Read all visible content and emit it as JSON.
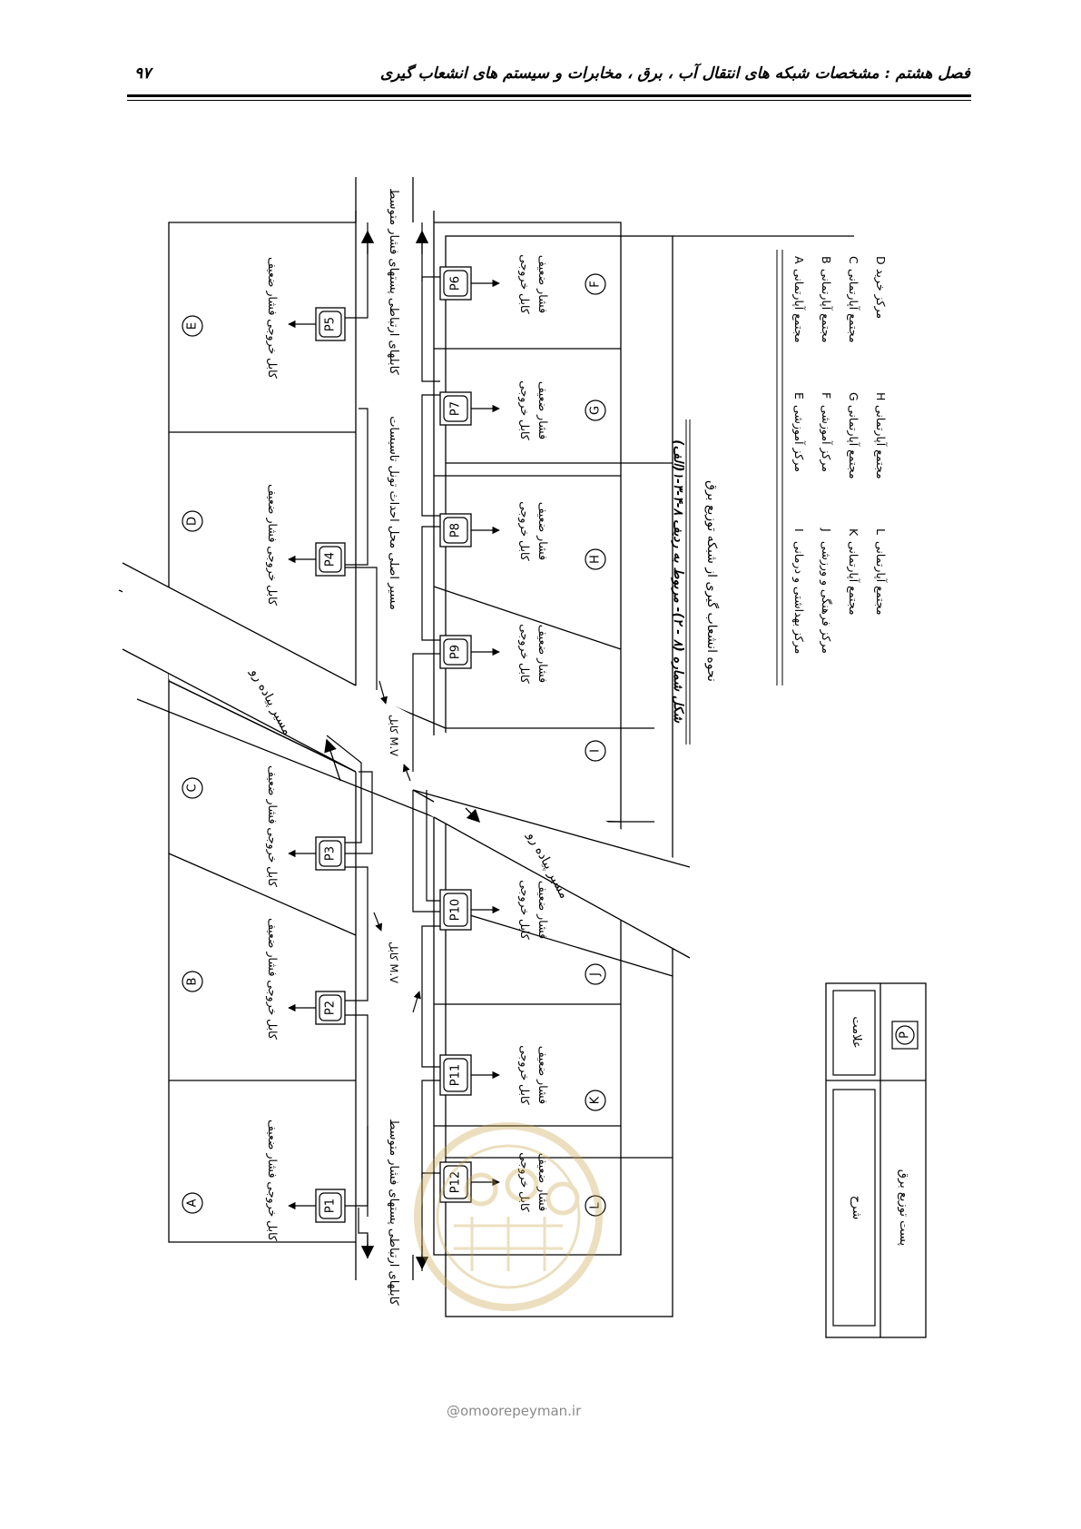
{
  "header": {
    "title": "فصل هشتم : مشخصات شبکه های انتقال آب ، برق ، مخابرات و سیستم های انشعاب گیری",
    "page_number": "۹۷"
  },
  "diagram": {
    "figure_caption": "شکل شماره (۸ - ۲)- مربوط به ردیف ۸-۴-۳-۱(الف)",
    "figure_subtitle": "نحوه انشعاب گیری از شبکه توزیع برق",
    "top_plots": [
      {
        "label": "A",
        "station": "P1"
      },
      {
        "label": "B",
        "station": "P2"
      },
      {
        "label": "C",
        "station": "P3"
      },
      {
        "label": "D",
        "station": "P4"
      },
      {
        "label": "E",
        "station": "P5"
      }
    ],
    "bottom_plots": [
      {
        "label": "L",
        "station": "P12"
      },
      {
        "label": "K",
        "station": "P11"
      },
      {
        "label": "J",
        "station": "P10"
      },
      {
        "label": "I",
        "station": "P9"
      },
      {
        "label": "H",
        "station": "P8"
      },
      {
        "label": "G",
        "station": "P7"
      },
      {
        "label": "F",
        "station": "P6"
      }
    ],
    "lv_cable_label": "کابل خروجی فشار ضعیف",
    "lv_cable_line1": "کابل خروجی",
    "lv_cable_line2": "فشار ضعیف",
    "mv_link_cables": "کابلهای ارتباطی پستهای فشار متوسط",
    "main_route": "مسیر اصلی محل احداث تونل تاسیسات",
    "mv_cable": "کابل M.V",
    "road_label": "مسیر پیاده رو",
    "legend": [
      {
        "code": "A",
        "text": "مجتمع آپارتمانی"
      },
      {
        "code": "B",
        "text": "مجتمع آپارتمانی"
      },
      {
        "code": "C",
        "text": "مجتمع آپارتمانی"
      },
      {
        "code": "D",
        "text": "مرکز خرید"
      },
      {
        "code": "E",
        "text": "مرکز آموزشی"
      },
      {
        "code": "F",
        "text": "مرکز آموزشی"
      },
      {
        "code": "G",
        "text": "مجتمع آپارتمانی"
      },
      {
        "code": "H",
        "text": "مجتمع آپارتمانی"
      },
      {
        "code": "I",
        "text": "مرکز بهداشتی و درمانی"
      },
      {
        "code": "J",
        "text": "مرکز فرهنگی و ورزشی"
      },
      {
        "code": "K",
        "text": "مجتمع آپارتمانی"
      },
      {
        "code": "L",
        "text": "مجتمع آپارتمانی"
      }
    ],
    "key_table": {
      "col_symbol": "علامت",
      "col_desc": "شرح",
      "symbol": "P",
      "desc": "پست توزیع برق"
    }
  },
  "watermark": "@omoorepeyman.ir"
}
